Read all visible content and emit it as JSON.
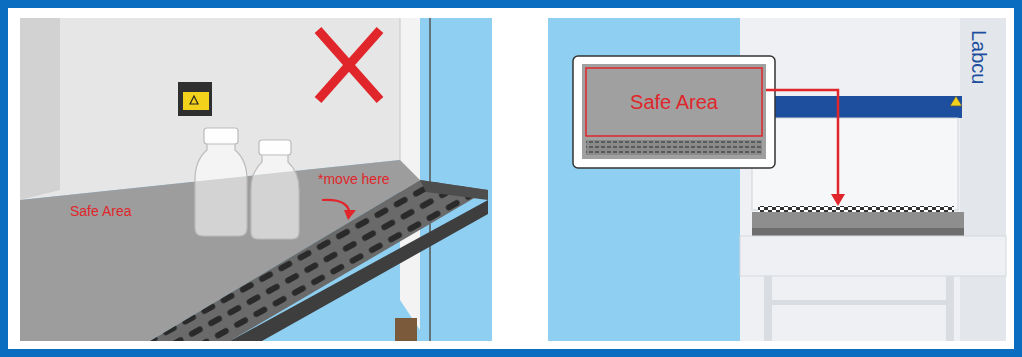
{
  "diagram": {
    "nodes": [
      {
        "text": [
          "Safe Area"
        ]
      }
    ],
    "labels": [
      "Safe Area",
      "*move here",
      "Labcu"
    ]
  }
}
